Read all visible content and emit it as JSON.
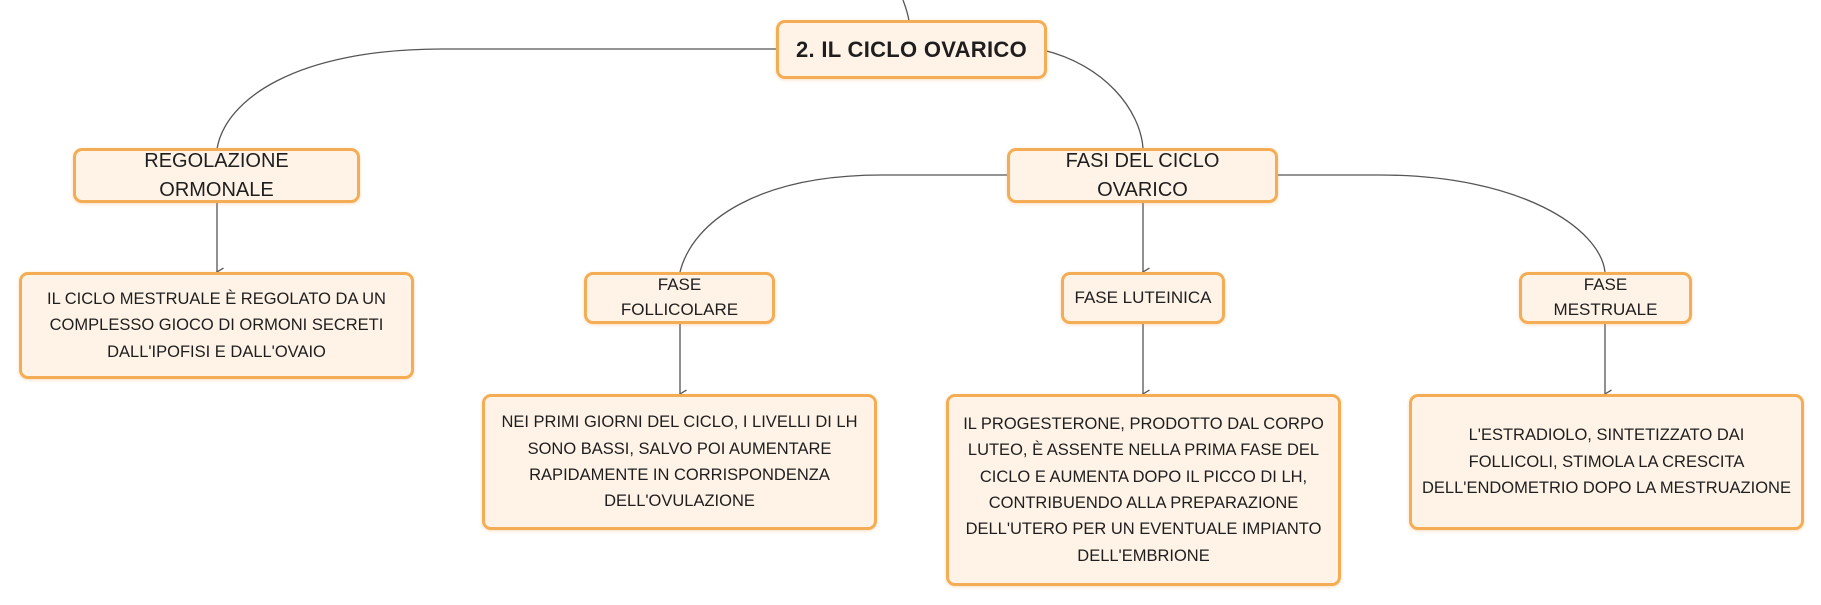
{
  "colors": {
    "node_fill": "#fef3e6",
    "node_border": "#f4ad55",
    "connector": "#555555",
    "text": "#1e1e1e"
  },
  "root": {
    "label": "2. IL CICLO OVARICO"
  },
  "regulation": {
    "label": "REGOLAZIONE ORMONALE",
    "description": "IL CICLO MESTRUALE È REGOLATO DA UN COMPLESSO GIOCO DI ORMONI SECRETI DALL'IPOFISI E DALL'OVAIO"
  },
  "phases": {
    "label": "FASI DEL CICLO OVARICO",
    "items": [
      {
        "label": "FASE FOLLICOLARE",
        "description": "NEI PRIMI GIORNI DEL CICLO, I LIVELLI DI LH SONO BASSI, SALVO POI AUMENTARE RAPIDAMENTE IN CORRISPONDENZA DELL'OVULAZIONE"
      },
      {
        "label": "FASE LUTEINICA",
        "description": "IL PROGESTERONE, PRODOTTO DAL CORPO LUTEO, È ASSENTE NELLA PRIMA FASE DEL CICLO E AUMENTA DOPO IL PICCO DI LH, CONTRIBUENDO ALLA PREPARAZIONE DELL'UTERO PER UN EVENTUALE IMPIANTO DELL'EMBRIONE"
      },
      {
        "label": "FASE MESTRUALE",
        "description": "L'ESTRADIOLO, SINTETIZZATO DAI FOLLICOLI, STIMOLA LA CRESCITA DELL'ENDOMETRIO DOPO LA MESTRUAZIONE"
      }
    ]
  }
}
